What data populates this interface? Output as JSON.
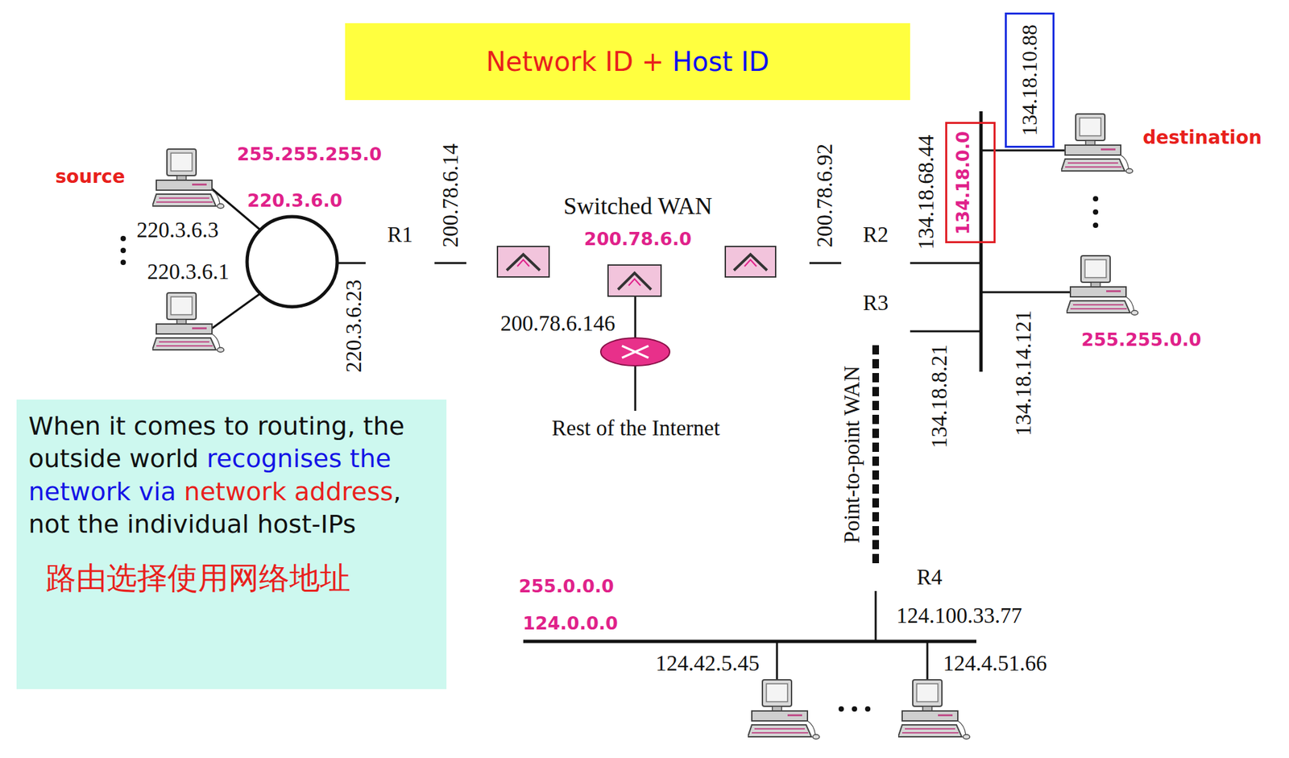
{
  "diagram": {
    "nodes": [
      {
        "text": [
          "Network ID +",
          "Host ID"
        ]
      },
      {
        "text": [
          "134.18.10.88"
        ]
      },
      {
        "text": [
          "134.18.0.0"
        ]
      },
      {
        "text": [
          "R1"
        ]
      },
      {
        "text": [
          "Switched WAN",
          "200.78.6.0"
        ]
      },
      {
        "text": [
          "R2"
        ]
      },
      {
        "text": [
          "R3"
        ]
      },
      {
        "text": [
          "When it comes to routing, the outside world",
          "recognises the network via",
          "network address",
          ", not the individual host-IPs",
          "路由选择使用网络地址"
        ]
      },
      {
        "text": [
          "R4"
        ]
      }
    ],
    "edges": [
      {
        "from": 3,
        "to": 4,
        "arrow": "none"
      },
      {
        "from": 4,
        "to": 5,
        "arrow": "none"
      },
      {
        "from": 6,
        "to": 8,
        "arrow": "none",
        "label": "Point-to-point WAN"
      }
    ],
    "labels": [
      "source",
      "destination",
      "255.255.255.0",
      "220.3.6.0",
      "220.3.6.3",
      "220.3.6.1",
      "220.3.6.23",
      "200.78.6.14",
      "200.78.6.92",
      "134.18.68.44",
      "200.78.6.146",
      "Rest of the Internet",
      "134.18.8.21",
      "134.18.14.121",
      "255.255.0.0",
      "255.0.0.0",
      "124.0.0.0",
      "124.100.33.77",
      "124.42.5.45",
      "124.4.51.66"
    ]
  }
}
